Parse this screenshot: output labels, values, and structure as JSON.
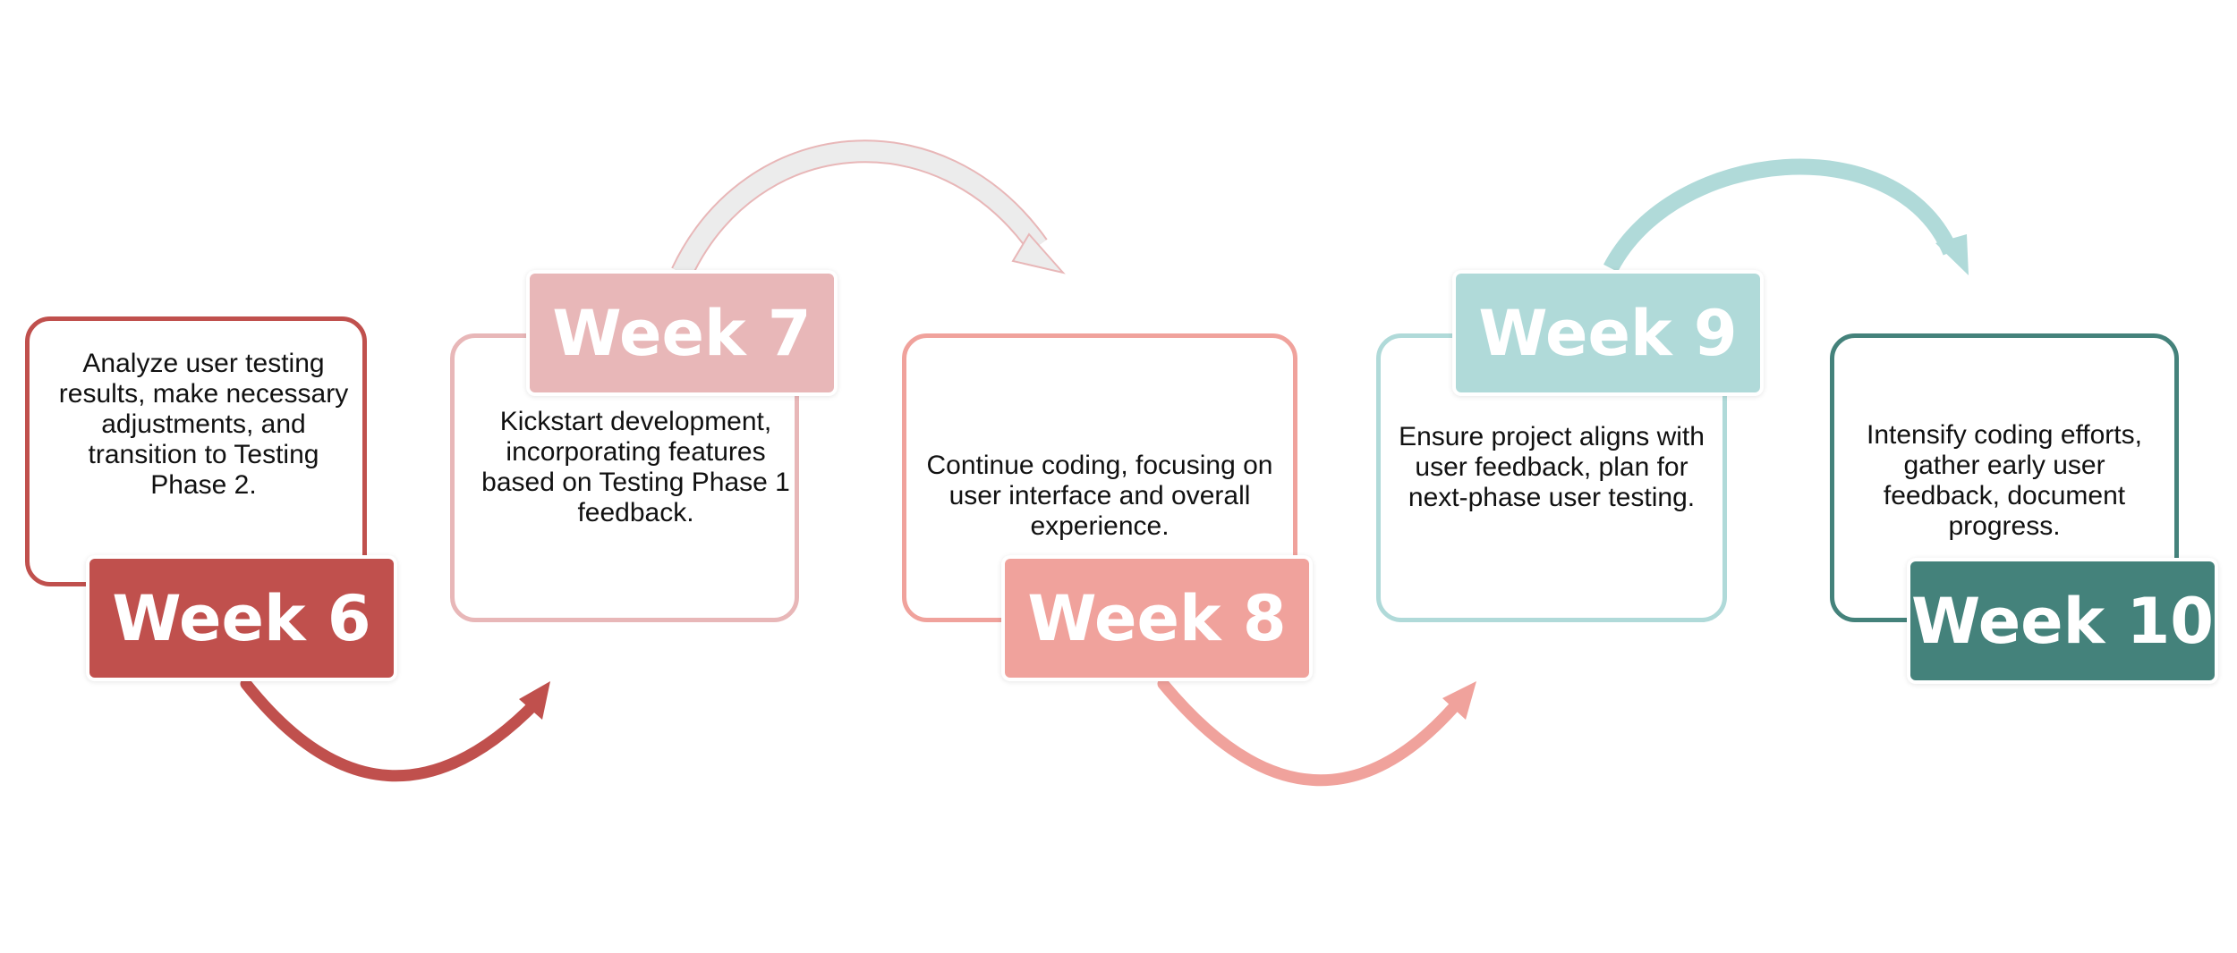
{
  "colors": {
    "week6": "#c0504d",
    "week7": "#e8b7b8",
    "week8": "#f0a29c",
    "week9": "#b0dad9",
    "week10": "#44827b",
    "week7_arrow_fill": "#ececec"
  },
  "steps": [
    {
      "label": "Week 6",
      "text": "Analyze user testing results, make necessary adjustments, and transition to Testing Phase 2."
    },
    {
      "label": "Week 7",
      "text": "Kickstart development, incorporating features based on Testing Phase 1 feedback."
    },
    {
      "label": "Week 8",
      "text": "Continue coding, focusing on user interface and overall experience."
    },
    {
      "label": "Week 9",
      "text": "Ensure project aligns with user feedback, plan for next-phase user testing."
    },
    {
      "label": "Week 10",
      "text": "Intensify coding efforts, gather early user feedback, document progress."
    }
  ]
}
